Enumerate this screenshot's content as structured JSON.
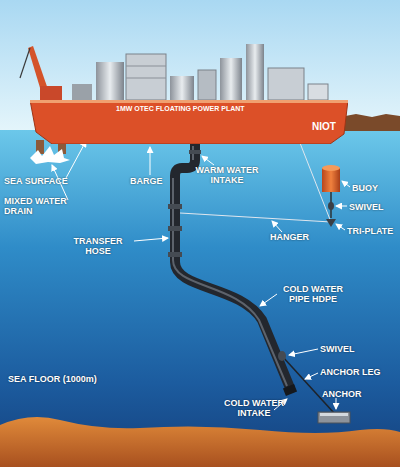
{
  "diagram": {
    "nodes": [
      {
        "text": [
          "1MW OTEC FLOATING POWER PLANT",
          "NIOT"
        ]
      }
    ],
    "labels": [
      "SEA SURFACE",
      "MIXED WATER DRAIN",
      "BARGE",
      "WARM WATER INTAKE",
      "BUOY",
      "SWIVEL",
      "TRI-PLATE",
      "HANGER",
      "TRANSFER HOSE",
      "COLD WATER PIPE HDPE",
      "SWIVEL",
      "ANCHOR LEG",
      "ANCHOR",
      "COLD WATER INTAKE",
      "SEA FLOOR (1000m)"
    ]
  }
}
